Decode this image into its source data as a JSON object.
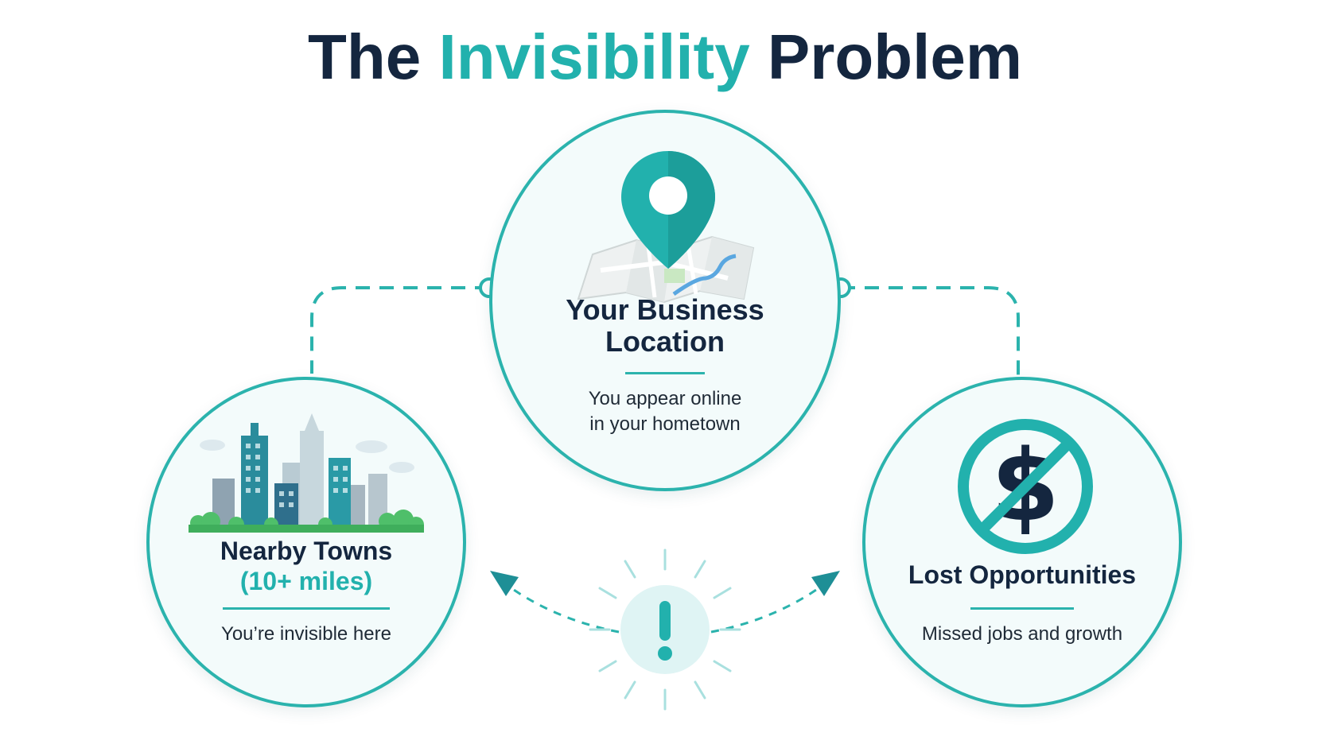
{
  "title": {
    "part1": "The",
    "accent": "Invisibility",
    "part2": "Problem"
  },
  "colors": {
    "navy": "#14263f",
    "teal": "#22b1ad",
    "teal_dark": "#1e8f96",
    "circle_fill": "#f3fbfb",
    "alert_glow": "#dff4f4"
  },
  "center_node": {
    "icon": "map-pin-icon",
    "title_line1": "Your Business",
    "title_line2": "Location",
    "desc_line1": "You appear online",
    "desc_line2": "in your hometown"
  },
  "left_node": {
    "icon": "city-skyline-icon",
    "title": "Nearby Towns",
    "subtitle": "(10+ miles)",
    "desc": "You’re invisible here"
  },
  "right_node": {
    "icon": "no-dollar-icon",
    "title": "Lost Opportunities",
    "desc": "Missed jobs and growth"
  },
  "alert": {
    "icon": "exclamation-icon",
    "glyph": "!"
  }
}
